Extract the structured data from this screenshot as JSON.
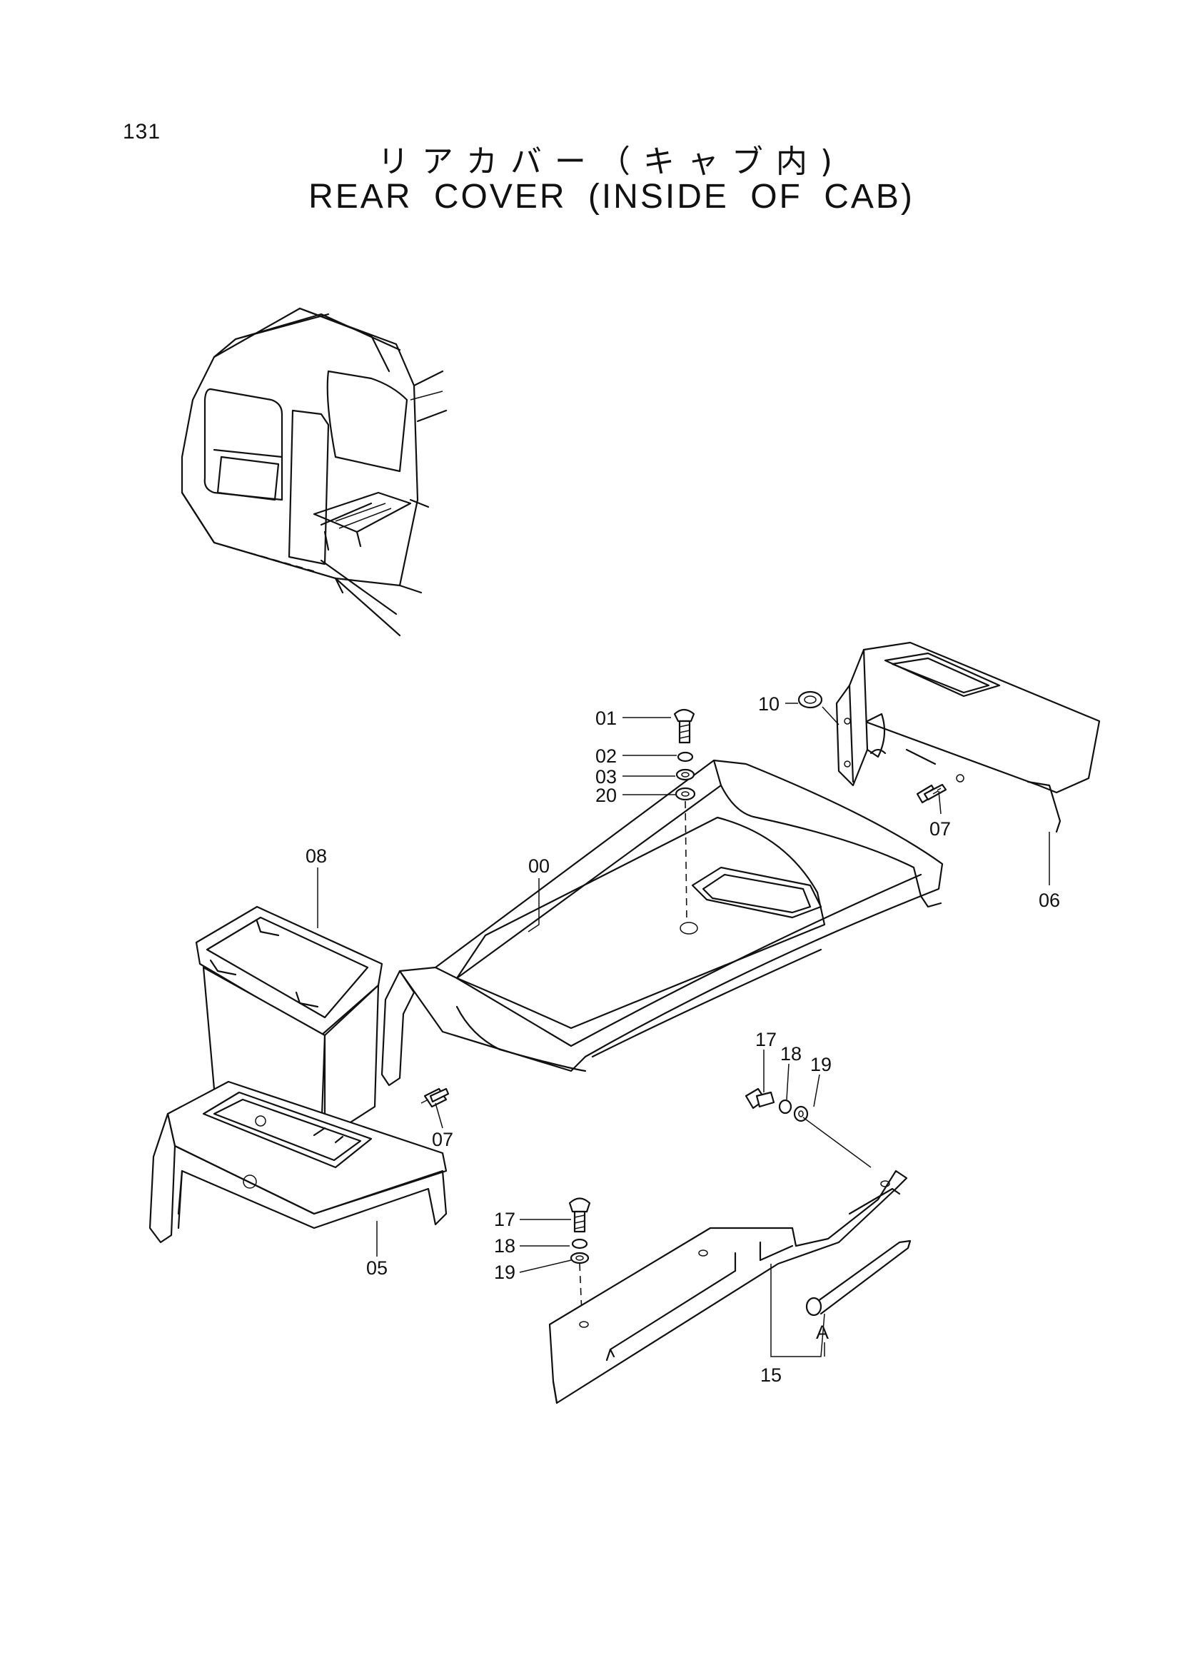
{
  "page_number": "131",
  "title_jp": "リアカバー（キャブ内)",
  "title_en": "REAR COVER (INSIDE OF CAB)",
  "callouts": {
    "c00": "00",
    "c01": "01",
    "c02": "02",
    "c03": "03",
    "c20": "20",
    "c10": "10",
    "c07a": "07",
    "c06": "06",
    "c08": "08",
    "c07b": "07",
    "c05": "05",
    "c17a": "17",
    "c18a": "18",
    "c19a": "19",
    "c17b": "17",
    "c18b": "18",
    "c19b": "19",
    "cA": "A",
    "c15": "15"
  }
}
